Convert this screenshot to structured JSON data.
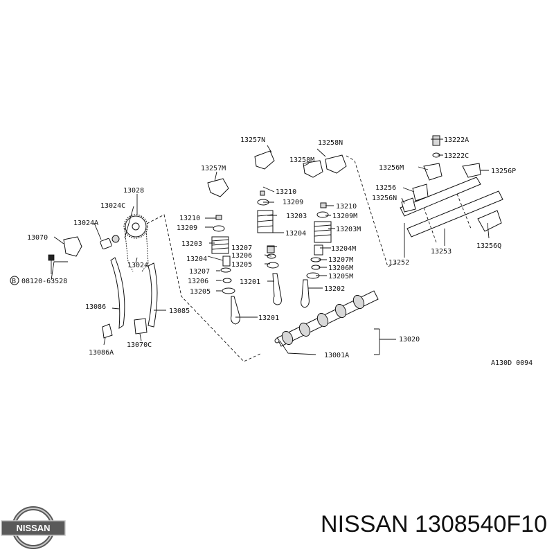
{
  "diagram": {
    "part_labels": {
      "p13257n": "13257N",
      "p13258n": "13258N",
      "p13222a": "13222A",
      "p13222c": "13222C",
      "p13257m": "13257M",
      "p13258m": "13258M",
      "p13256m": "13256M",
      "p13256p": "13256P",
      "p13028": "13028",
      "p13210a": "13210",
      "p13256": "13256",
      "p13024c": "13024C",
      "p13209a": "13209",
      "p13256n": "13256N",
      "p13210b": "13210",
      "p13210c": "13210",
      "p13024a": "13024A",
      "p13203a": "13203",
      "p13209m": "13209M",
      "p13209b": "13209",
      "p13204a": "13204",
      "p13203m": "13203M",
      "p13070": "13070",
      "p13203b": "13203",
      "p13207a": "13207",
      "p13024": "13024",
      "p13204m": "13204M",
      "p13253": "13253",
      "p13256q": "13256Q",
      "p13204b": "13204",
      "p13206a": "13206",
      "p13207m": "13207M",
      "p13252": "13252",
      "p13205a": "13205",
      "p13206m": "13206M",
      "p08120": "08120-63528",
      "p13207b": "13207",
      "p13205m": "13205M",
      "p13206b": "13206",
      "p13201a": "13201",
      "p13202": "13202",
      "p13205b": "13205",
      "p13086": "13086",
      "p13085": "13085",
      "p13201b": "13201",
      "p13020": "13020",
      "p13070c": "13070C",
      "p13001a": "13001A",
      "p13086a": "13086A",
      "bolt_marker": "B"
    },
    "figure_code": "A130D 0094"
  },
  "brand": {
    "logo_text": "NISSAN",
    "caption": "NISSAN 1308540F10"
  }
}
